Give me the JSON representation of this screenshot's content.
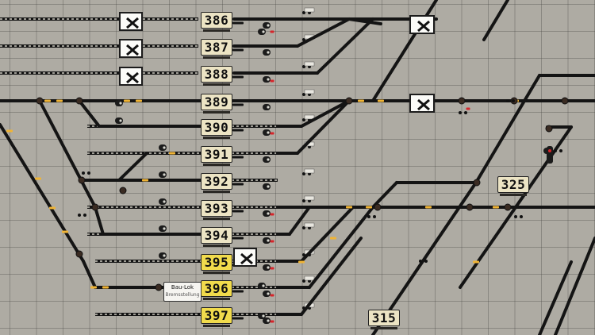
{
  "panel": {
    "track_numbers": [
      "386",
      "387",
      "388",
      "389",
      "390",
      "391",
      "392",
      "393",
      "394",
      "395",
      "396",
      "397"
    ],
    "highlighted_tracks": [
      "395",
      "396"
    ],
    "other_numbers": [
      "325",
      "315"
    ],
    "block_sign_symbol": "✕",
    "bau_lok_label": "Bau-Lok",
    "bau_lok_sublabel": "Bremsstellung",
    "colors": {
      "panel": "#aeaba3",
      "track": "#141414",
      "lamp_yellow": "#f0b435",
      "lamp_red": "#d6242a",
      "number_plate": "#ece4c4",
      "number_plate_highlight": "#f1db4c"
    }
  }
}
